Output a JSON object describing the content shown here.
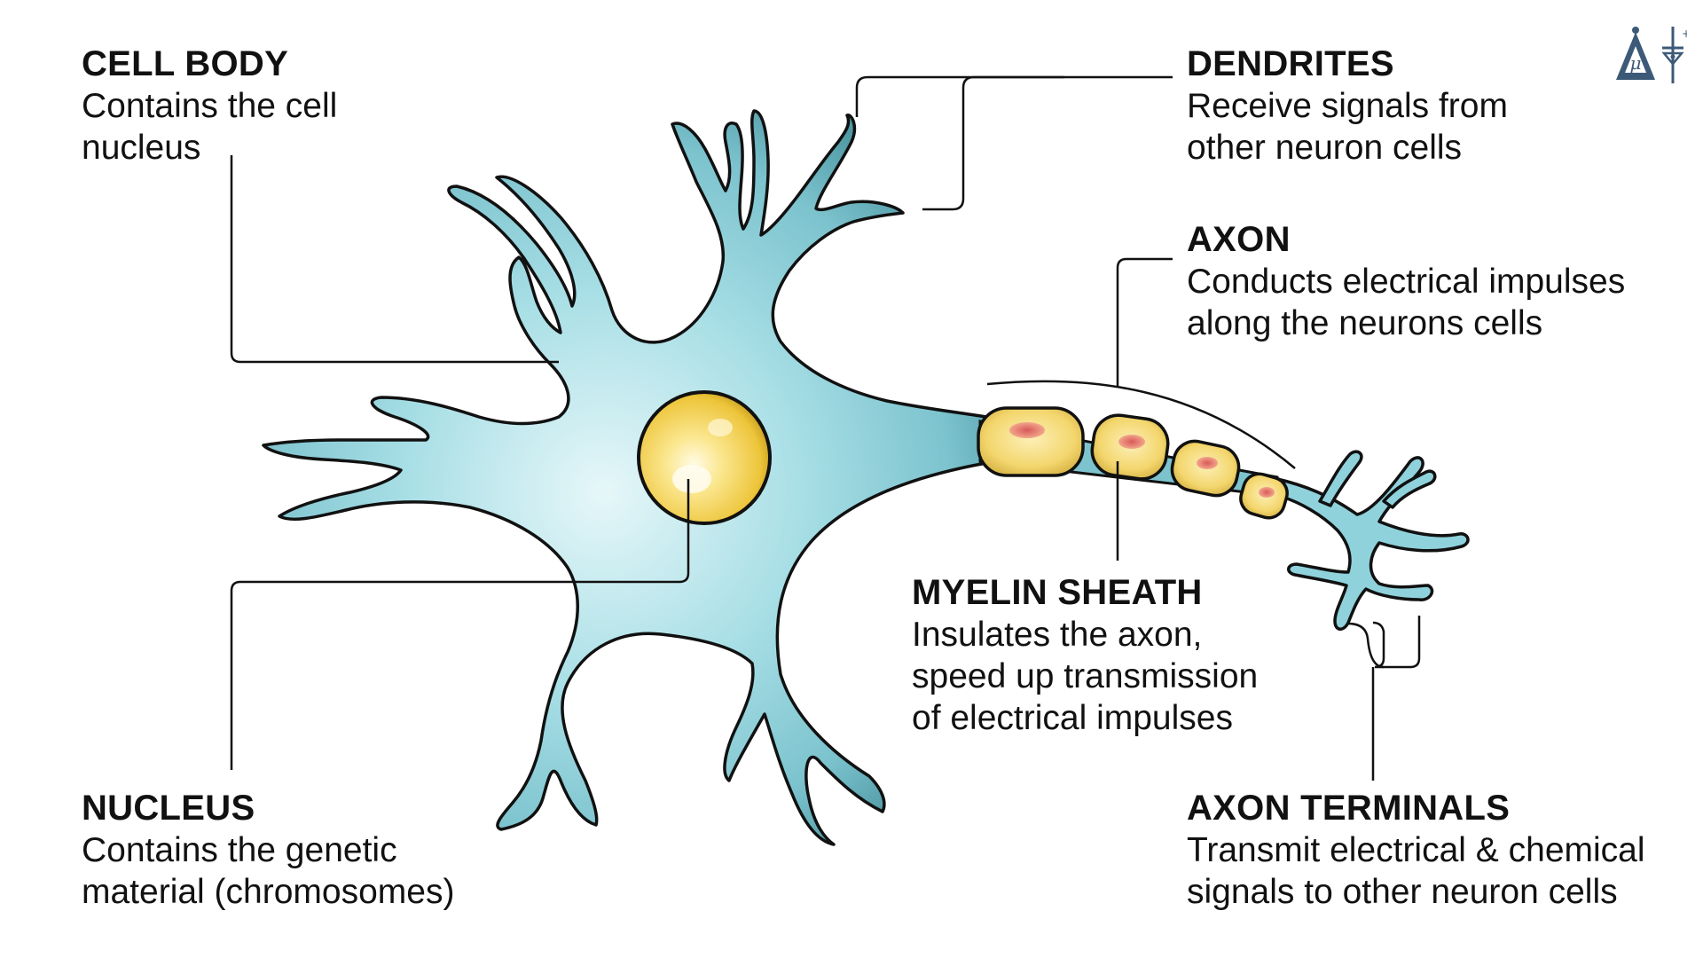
{
  "colors": {
    "cell_fill": "#8fd2dc",
    "cell_shadow": "#2f6f78",
    "cell_highlight": "#e3f6f8",
    "outline": "#111111",
    "nucleus": "#f2cf4a",
    "myelin": "#f5d977",
    "myelin_node": "#e8877a",
    "leader_line": "#111111",
    "logo": "#3c5a78"
  },
  "icons": {
    "logo": "dendrite-logo-icon"
  },
  "labels": {
    "cell_body": {
      "title": "CELL BODY",
      "desc_line1": "Contains the cell",
      "desc_line2": "nucleus"
    },
    "dendrites": {
      "title": "DENDRITES",
      "desc_line1": "Receive signals from",
      "desc_line2": "other neuron cells"
    },
    "axon": {
      "title": "AXON",
      "desc_line1": "Conducts electrical impulses",
      "desc_line2": "along the neurons cells"
    },
    "myelin_sheath": {
      "title": "MYELIN SHEATH",
      "desc_line1": "Insulates the axon,",
      "desc_line2": "speed up transmission",
      "desc_line3": "of electrical impulses"
    },
    "nucleus": {
      "title": "NUCLEUS",
      "desc_line1": "Contains the genetic",
      "desc_line2": "material (chromosomes)"
    },
    "axon_terminals": {
      "title": "AXON TERMINALS",
      "desc_line1": "Transmit electrical & chemical",
      "desc_line2": "signals to other neuron cells"
    }
  }
}
